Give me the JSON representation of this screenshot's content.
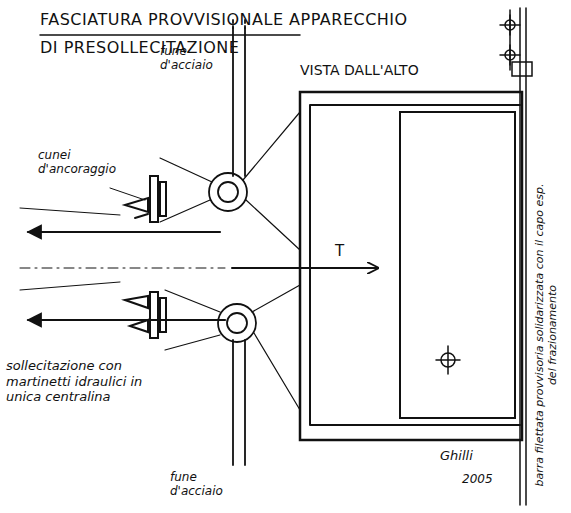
{
  "diagram": {
    "title": "FASCIATURA PROVVISIONALE APPARECCHIO DI PRESOLLECITAZIONE",
    "labels": [
      "VISTA DALL'ALTO",
      "fune d'acciaio",
      "cunei d'ancoraggio",
      "T",
      "sollecitazione con martinetti idraulici in unica centralina",
      "fune d'acciaio",
      "barra filettata provvisoria solidarizzata con il capo esp. del frazionamento",
      "Ghilli",
      "2005"
    ]
  }
}
